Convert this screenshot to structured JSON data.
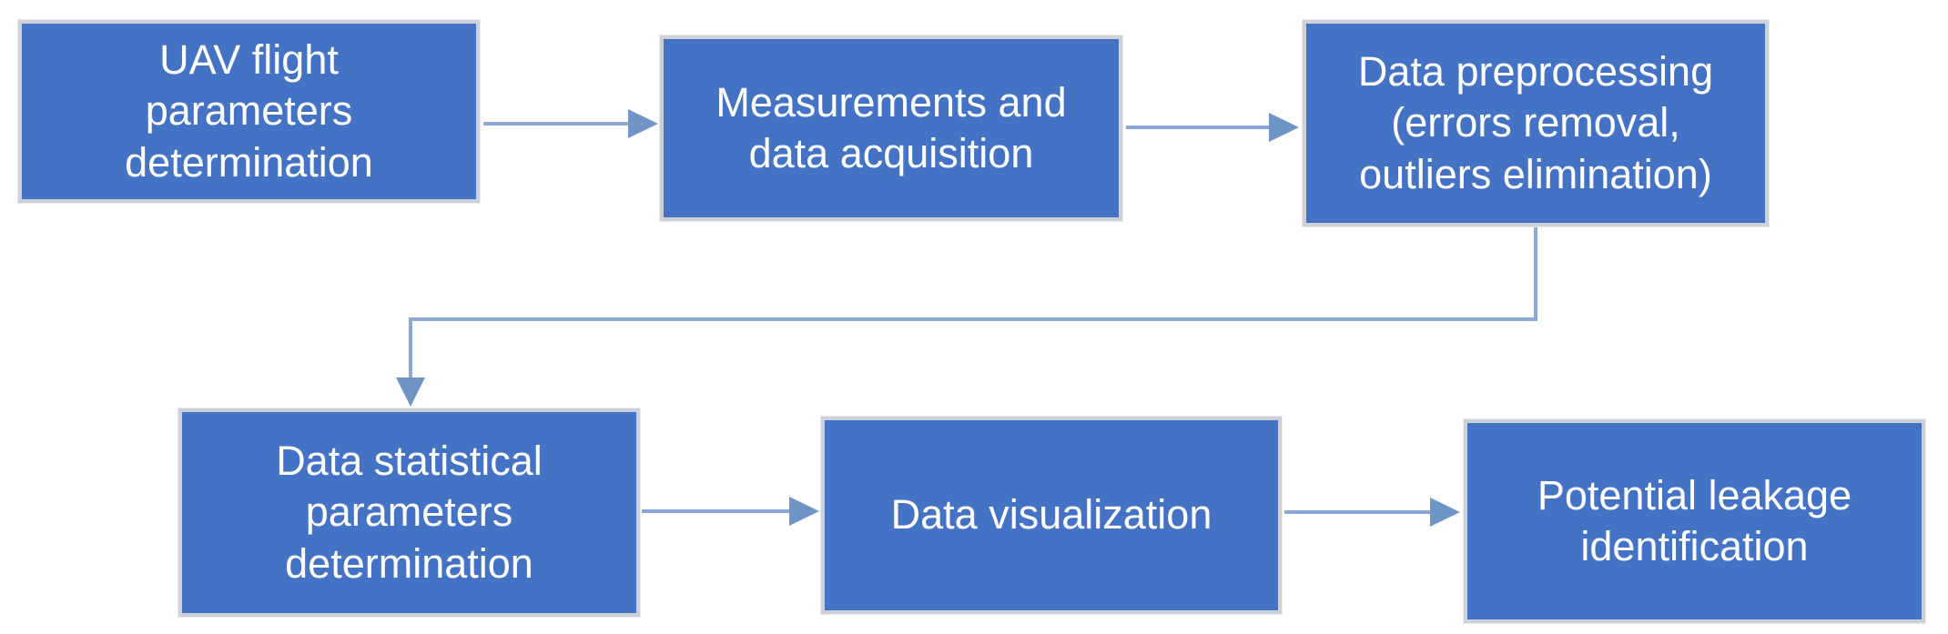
{
  "diagram": {
    "type": "flowchart",
    "colors": {
      "background": "#ffffff",
      "node_fill": "#4472c4",
      "node_border": "#ccd1d8",
      "node_text": "#ffffff",
      "connector": "#8aa7d6",
      "arrowhead": "#6f95c7"
    },
    "nodes": [
      {
        "id": "uav-flight-parameters",
        "label": "UAV flight\nparameters\ndetermination"
      },
      {
        "id": "measurements-acquisition",
        "label": "Measurements and\ndata acquisition"
      },
      {
        "id": "data-preprocessing",
        "label": "Data preprocessing\n(errors removal,\noutliers elimination)"
      },
      {
        "id": "statistical-parameters",
        "label": "Data statistical\nparameters\ndetermination"
      },
      {
        "id": "data-visualization",
        "label": "Data visualization"
      },
      {
        "id": "leakage-identification",
        "label": "Potential leakage\nidentification"
      }
    ],
    "edges": [
      {
        "from": "uav-flight-parameters",
        "to": "measurements-acquisition",
        "style": "straight-arrow"
      },
      {
        "from": "measurements-acquisition",
        "to": "data-preprocessing",
        "style": "straight-arrow"
      },
      {
        "from": "data-preprocessing",
        "to": "statistical-parameters",
        "style": "elbow-arrow"
      },
      {
        "from": "statistical-parameters",
        "to": "data-visualization",
        "style": "straight-arrow"
      },
      {
        "from": "data-visualization",
        "to": "leakage-identification",
        "style": "straight-arrow"
      }
    ]
  }
}
